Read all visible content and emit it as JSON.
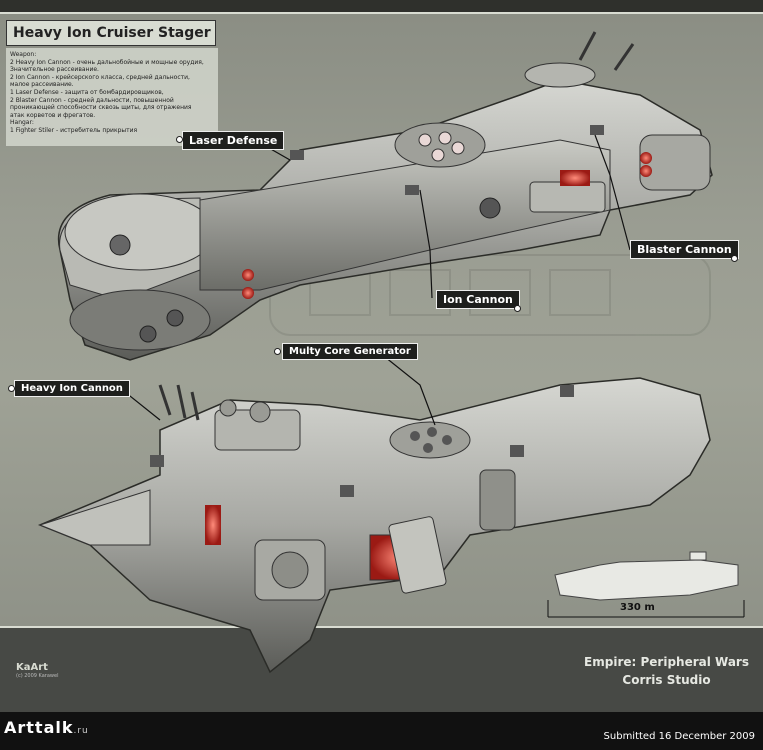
{
  "title": "Heavy Ion Cruiser Stager",
  "specs": [
    "Weapon:",
    "2 Heavy Ion Cannon - очень дальнобойные и мощные орудия,",
    "Значительное рассеивание.",
    "2 Ion Cannon - крейсерского класса, средней дальности,",
    "малое рассеивание.",
    " 1 Laser Defense - защита от бомбардировщиков,",
    " 2 Blaster Cannon - средней дальности, повышенной",
    "проникающей способности сквозь щиты, для отражения",
    "атак корветов и фрегатов.",
    "Hangar:",
    "1 Fighter Stiler - истребитель прикрытия"
  ],
  "callouts": {
    "laser_defense": "Laser Defense",
    "blaster_cannon": "Blaster Cannon",
    "ion_cannon": "Ion Cannon",
    "multy_core": "Multy Core  Generator",
    "heavy_ion": "Heavy Ion Cannon"
  },
  "scale": "330 m",
  "empire": {
    "line1": "Empire: Peripheral Wars",
    "line2": "Corris Studio"
  },
  "artist_logo": "KaArt",
  "artist_sub": "(c) 2009 Karawel",
  "site": {
    "name": "Arttalk",
    "tld": ".ru"
  },
  "submitted": "Submitted 16 December 2009"
}
